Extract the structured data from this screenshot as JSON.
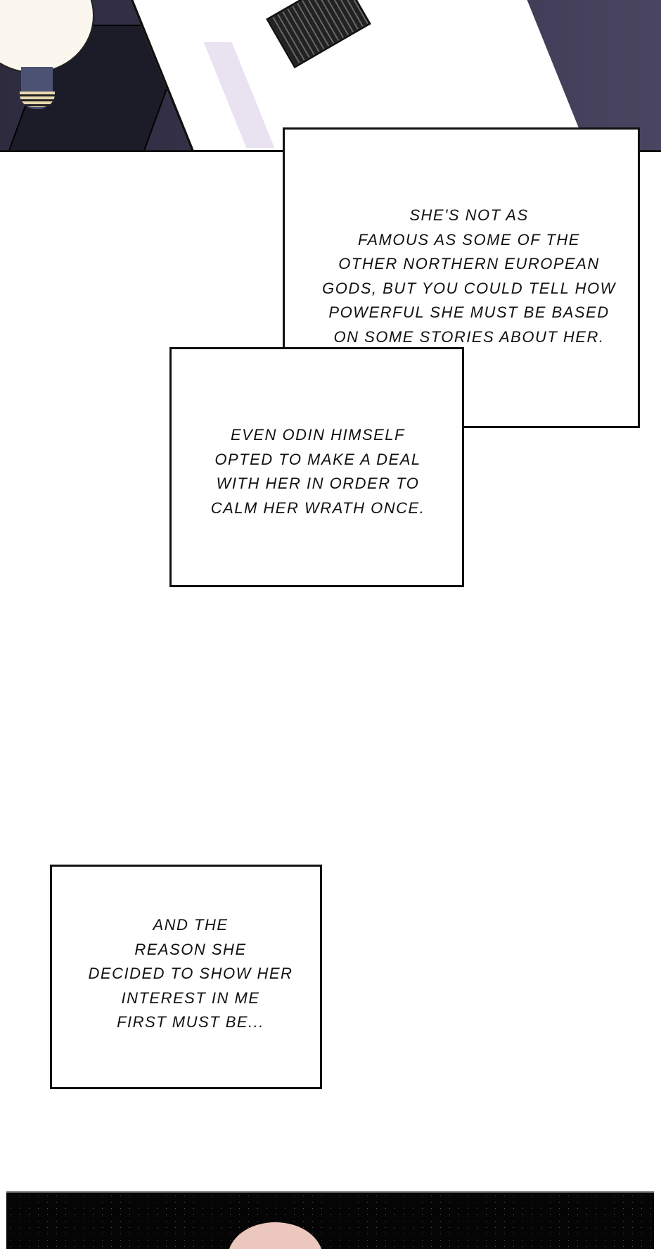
{
  "captions": {
    "box1": [
      "SHE'S NOT AS",
      "FAMOUS AS SOME OF THE",
      "OTHER NORTHERN EUROPEAN",
      "GODS, BUT YOU COULD TELL HOW",
      "POWERFUL SHE MUST BE BASED",
      "ON SOME STORIES ABOUT HER."
    ],
    "box2": [
      "EVEN ODIN HIMSELF",
      "OPTED TO MAKE A DEAL",
      "WITH HER IN ORDER TO",
      "CALM HER WRATH ONCE."
    ],
    "box3": [
      "AND THE",
      "REASON SHE",
      "DECIDED TO SHOW HER",
      "INTEREST IN ME",
      "FIRST MUST BE..."
    ]
  },
  "colors": {
    "panel_bg": "#2e2b3f",
    "border": "#111111",
    "skin": "#ecc7bd"
  }
}
